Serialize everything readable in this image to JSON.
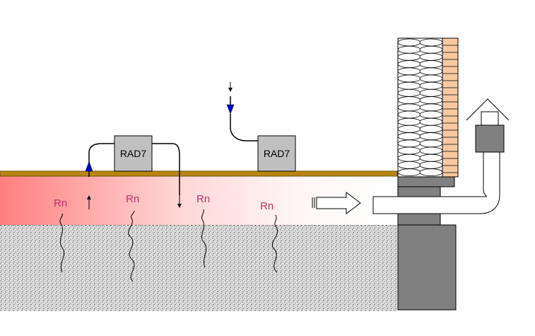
{
  "devices": [
    {
      "label": "RAD7"
    },
    {
      "label": "RAD7"
    }
  ],
  "radon_labels": [
    "Rn",
    "Rn",
    "Rn",
    "Rn"
  ],
  "colors": {
    "radon_text": "#c0306a",
    "radon_gradient_start": "#ff7f7f",
    "slab": "#b8860b",
    "device_fill": "#c0c0c0",
    "inlet_arrow": "#0000cc",
    "wall_dark": "#808080",
    "brick": "#f8c9a0"
  },
  "icons": [
    "inlet-arrow-icon",
    "flow-arrow-icon",
    "vent-cap-icon"
  ]
}
